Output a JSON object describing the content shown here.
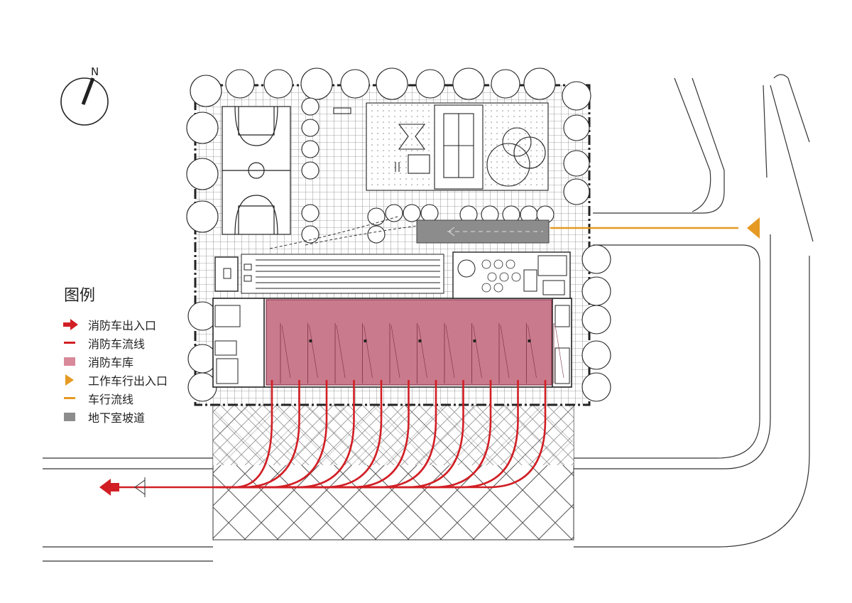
{
  "compass": {
    "label": "N"
  },
  "legend": {
    "title": "图例",
    "items": [
      {
        "key": "fire-exit",
        "symbol": "arrow-red",
        "label": "消防车出入口"
      },
      {
        "key": "fire-route",
        "symbol": "line-red",
        "label": "消防车流线"
      },
      {
        "key": "fire-garage",
        "symbol": "box-pink",
        "label": "消防车库"
      },
      {
        "key": "service-entrance",
        "symbol": "tri-orange",
        "label": "工作车行出入口"
      },
      {
        "key": "vehicle-route",
        "symbol": "line-orange",
        "label": "车行流线"
      },
      {
        "key": "basement-ramp",
        "symbol": "box-grey",
        "label": "地下室坡道"
      }
    ]
  },
  "colors": {
    "fire_red": "#d11f25",
    "garage_pink": "#c97a8c",
    "service_orange": "#e69a23",
    "ramp_grey": "#8c8c8c",
    "line": "#222222"
  },
  "fire_bays": 11
}
